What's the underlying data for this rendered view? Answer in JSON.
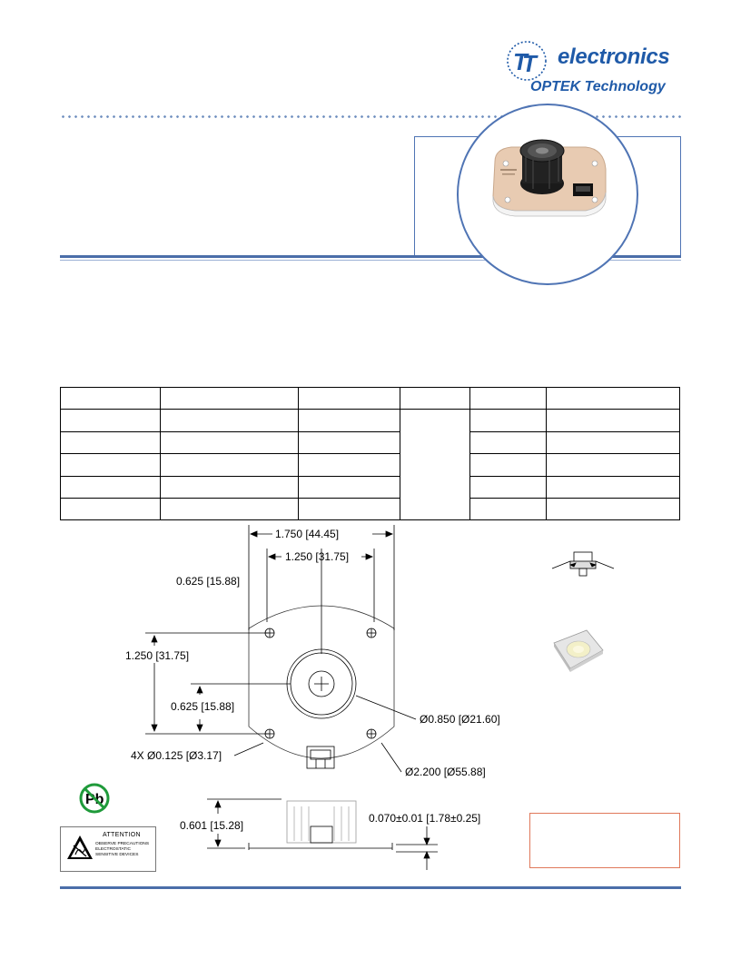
{
  "brand": {
    "name": "electronics",
    "sub": "OPTEK Technology",
    "color": "#1f5aa8"
  },
  "dimensions": {
    "overall_width": "1.750 [44.45]",
    "hole_spacing_x": "1.250 [31.75]",
    "half_width": "0.625 [15.88]",
    "hole_spacing_y": "1.250 [31.75]",
    "half_height": "0.625 [15.88]",
    "lens_diameter": "Ø0.850 [Ø21.60]",
    "holes": "4X Ø0.125 [Ø3.17]",
    "board_diameter": "Ø2.200 [Ø55.88]",
    "height": "0.601 [15.28]",
    "thickness": "0.070±0.01 [1.78±0.25]"
  },
  "esd": {
    "title": "ATTENTION",
    "line1": "OBSERVE PRECAUTIONS",
    "line2": "ELECTROSTATIC",
    "line3": "SENSITIVE DEVICES"
  },
  "pb_badge": "Pb",
  "colors": {
    "accent_blue": "#4b6ea9",
    "red_box": "#e0785a"
  }
}
